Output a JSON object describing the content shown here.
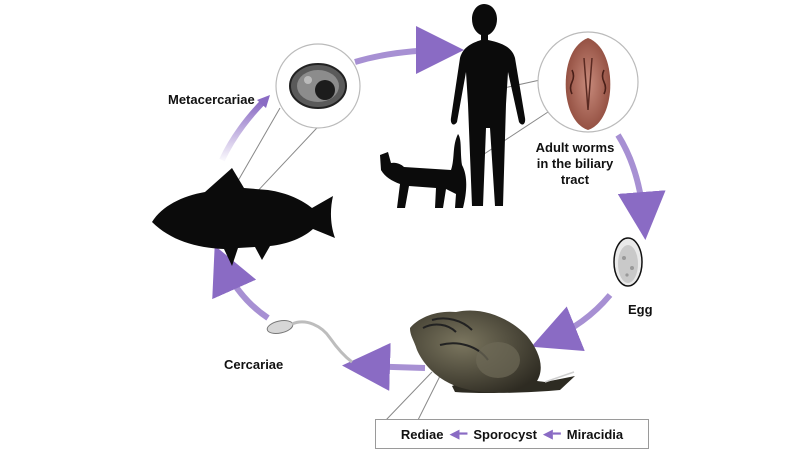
{
  "labels": {
    "metacercariae": "Metacercariae",
    "adult_line1": "Adult worms",
    "adult_line2": "in the biliary",
    "adult_line3": "tract",
    "egg": "Egg",
    "cercariae": "Cercariae"
  },
  "snail_stages": [
    {
      "label": "Rediae"
    },
    {
      "label": "Sporocyst"
    },
    {
      "label": "Miracidia"
    }
  ],
  "colors": {
    "arrow": "#8a6bc4",
    "silhouette": "#0b0b0b",
    "snail_shell": "#4a4636",
    "adult_worm": "#b06a5c"
  },
  "icons": [
    "human-silhouette",
    "cat-silhouette",
    "fish-silhouette",
    "snail-image",
    "egg-image",
    "cercaria-image",
    "metacercaria-image",
    "adult-worm-image"
  ]
}
